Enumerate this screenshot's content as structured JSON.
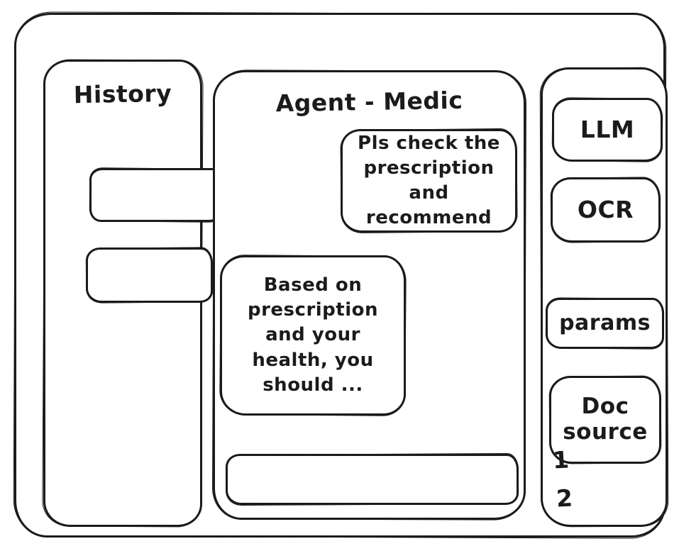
{
  "colors": {
    "ink": "#1b1b1b",
    "background": "#ffffff"
  },
  "history": {
    "title": "History",
    "items": [
      {
        "label": ""
      },
      {
        "label": ""
      }
    ]
  },
  "chat": {
    "title": "Agent - Medic",
    "messages": [
      {
        "role": "user",
        "text": "Pls check the prescription and recommend"
      },
      {
        "role": "agent",
        "text": "Based on prescription and your health, you should ..."
      }
    ],
    "input_value": ""
  },
  "tools": {
    "buttons": [
      {
        "label": "LLM"
      },
      {
        "label": "OCR"
      },
      {
        "label": "params"
      },
      {
        "label": "Doc source"
      }
    ],
    "doc_list": [
      "1",
      "2"
    ]
  }
}
